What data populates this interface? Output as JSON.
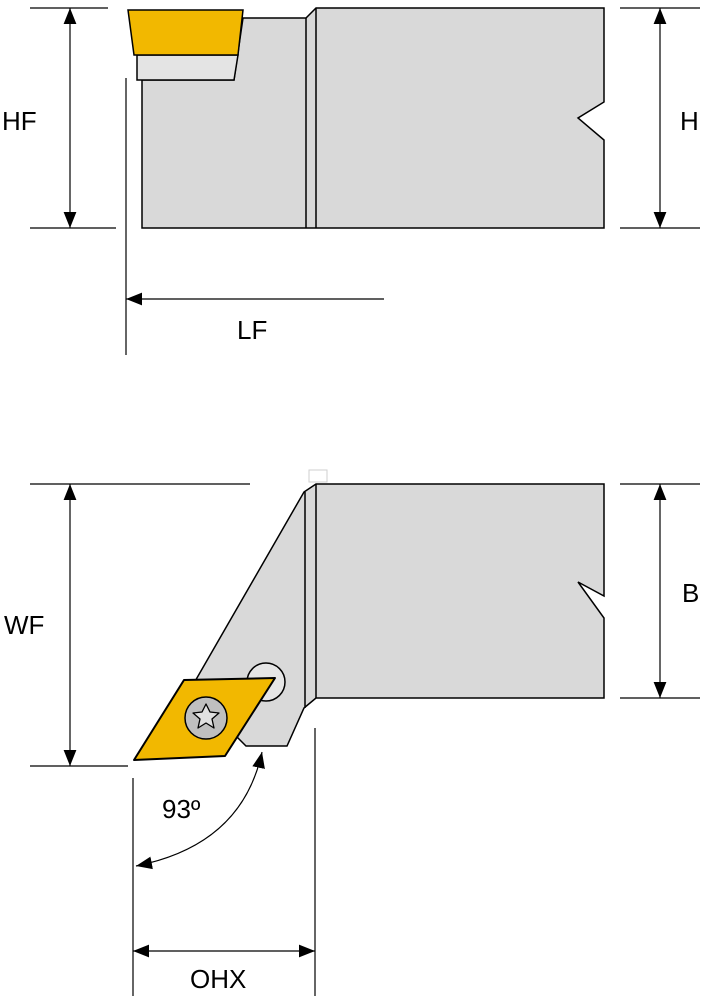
{
  "colors": {
    "holder_body": "#d9d9d9",
    "insert": "#f2b800",
    "insert_shim": "#e4e4e4",
    "line": "#000000",
    "screw": "#bfbfbf"
  },
  "labels": {
    "hf": "HF",
    "h": "H",
    "lf": "LF",
    "wf": "WF",
    "b": "B",
    "angle": "93º",
    "ohx": "OHX"
  },
  "icons": {
    "screw": "torx-screw-icon",
    "arrow": "arrowhead-icon"
  }
}
